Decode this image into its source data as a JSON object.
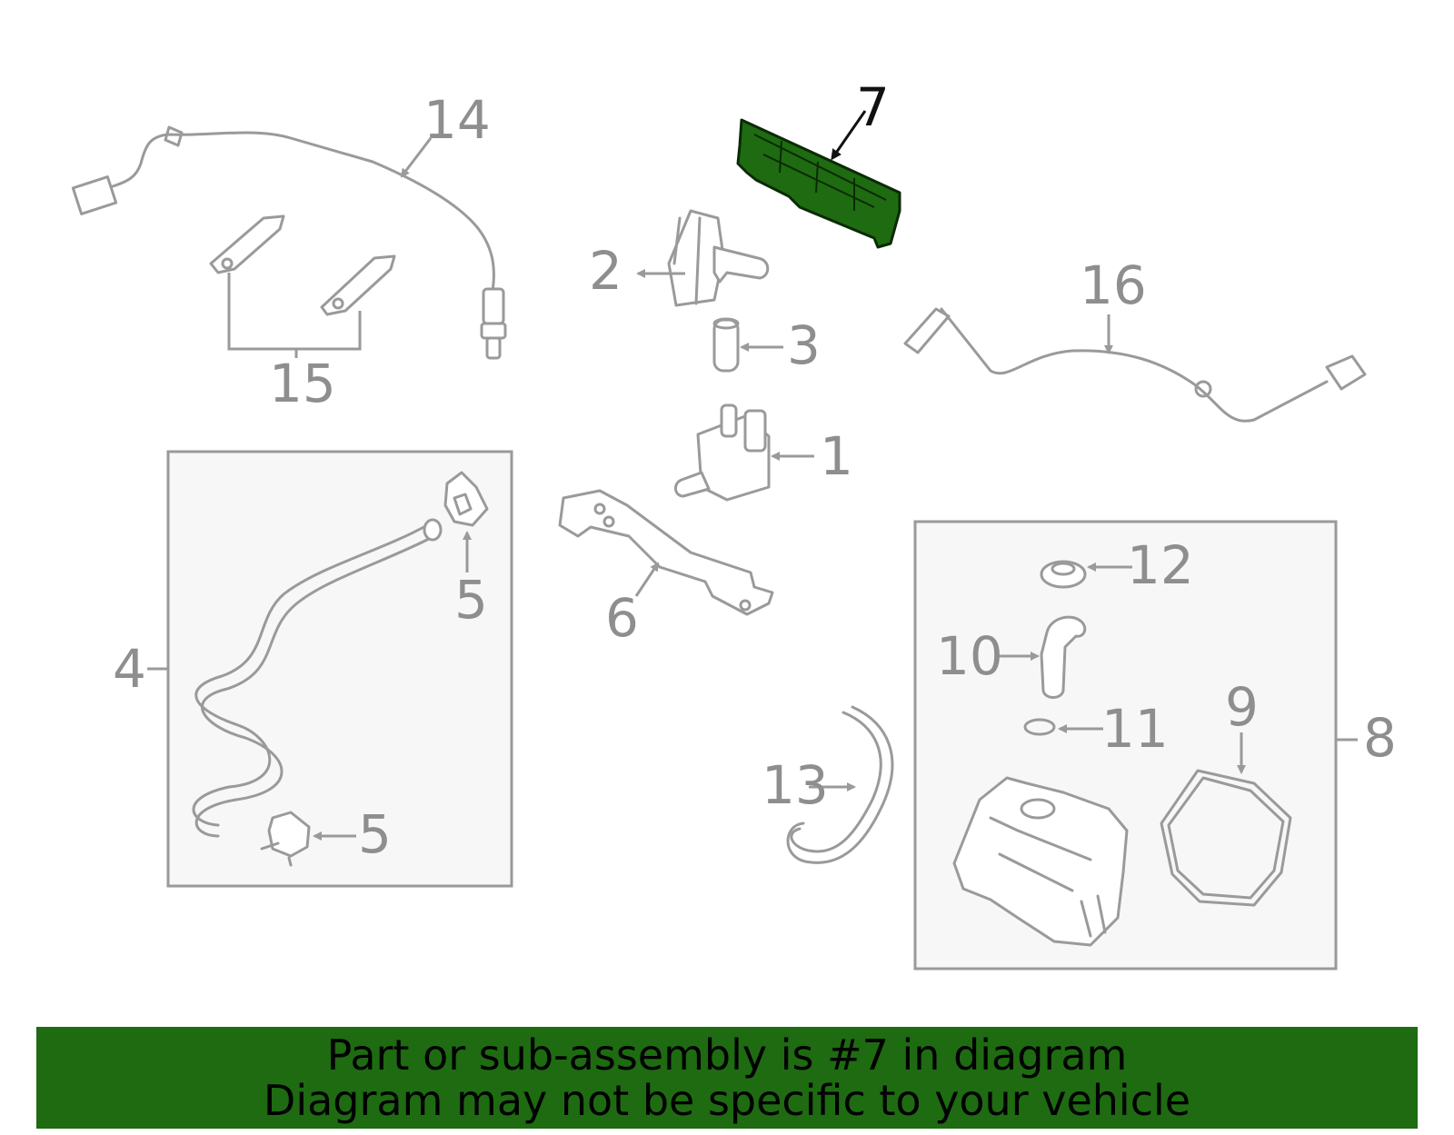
{
  "callouts": {
    "c1": "1",
    "c2": "2",
    "c3": "3",
    "c4": "4",
    "c5a": "5",
    "c5b": "5",
    "c6": "6",
    "c7": "7",
    "c8": "8",
    "c9": "9",
    "c10": "10",
    "c11": "11",
    "c12": "12",
    "c13": "13",
    "c14": "14",
    "c15": "15",
    "c16": "16"
  },
  "highlight_part": "7",
  "colors": {
    "highlight": "#1e6b12",
    "line": "#9a9a9a",
    "banner": "#1e6b12"
  },
  "banner": {
    "line1": "Part or sub-assembly is #7 in diagram",
    "line2": "Diagram may not be specific to your vehicle"
  }
}
